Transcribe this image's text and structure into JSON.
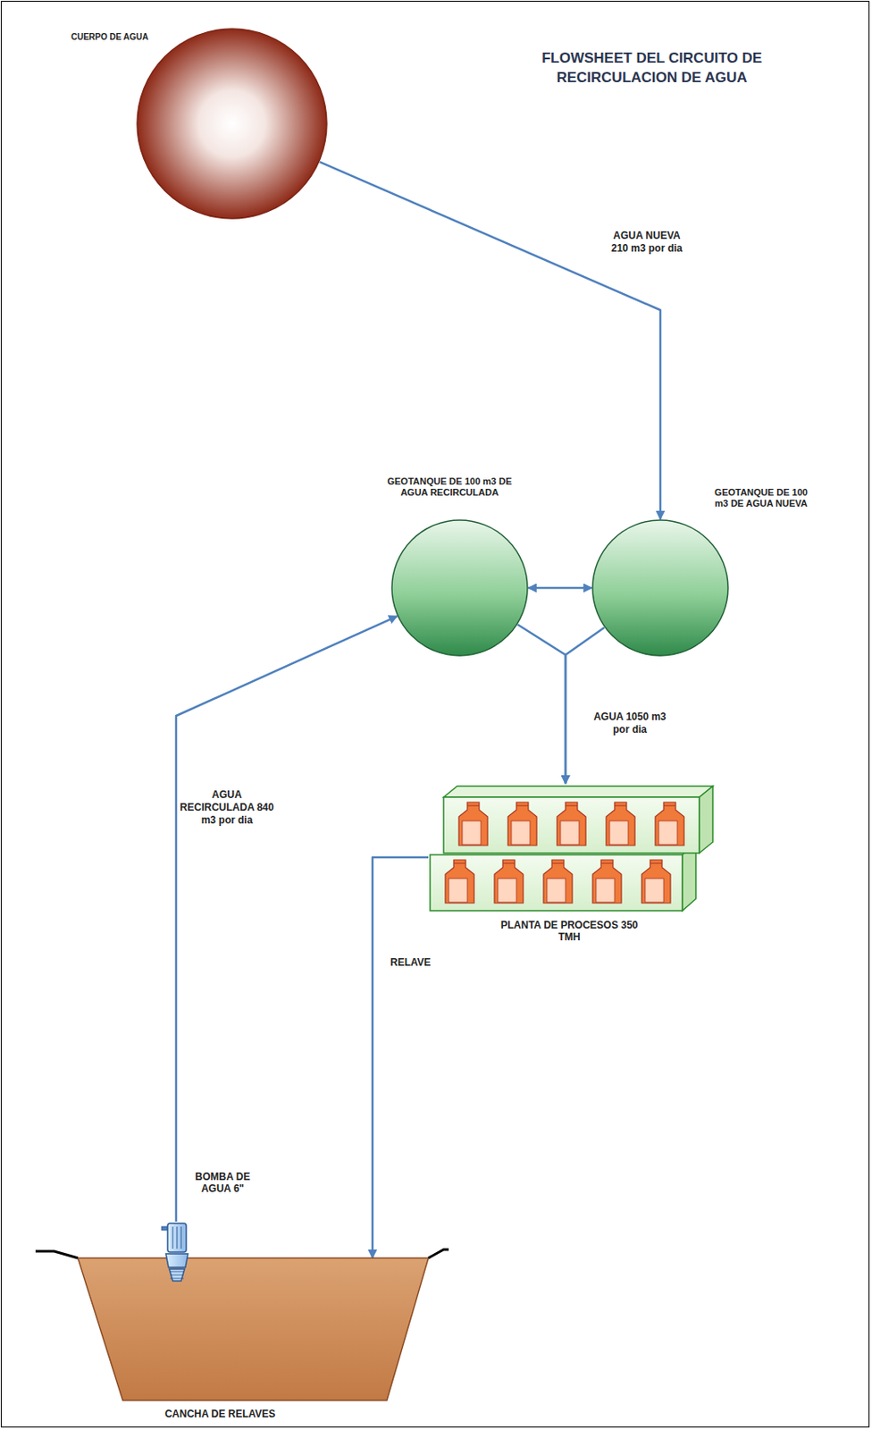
{
  "diagram": {
    "title": "FLOWSHEET DEL CIRCUITO DE RECIRCULACION DE AGUA",
    "nodes": [
      {
        "text": [
          "CUERPO DE AGUA"
        ]
      },
      {
        "text": [
          "GEOTANQUE DE 100 m3 DE AGUA RECIRCULADA"
        ]
      },
      {
        "text": [
          "GEOTANQUE DE 100 m3 DE AGUA NUEVA"
        ]
      },
      {
        "text": [
          "PLANTA DE PROCESOS 350 TMH"
        ]
      },
      {
        "text": [
          "CANCHA DE RELAVES"
        ]
      },
      {
        "text": [
          "BOMBA DE AGUA 6\""
        ],
        "in": 4
      }
    ],
    "edges": [
      {
        "from": 0,
        "to": 2,
        "arrow": "to",
        "label": "AGUA NUEVA 210 m3 por dia"
      },
      {
        "from": 1,
        "to": 2,
        "arrow": "both"
      },
      {
        "from": 1,
        "to": 3,
        "arrow": "to"
      },
      {
        "from": 2,
        "to": 3,
        "arrow": "to",
        "label": "AGUA 1050 m3 por dia"
      },
      {
        "from": 3,
        "to": 4,
        "arrow": "to",
        "label": "RELAVE"
      },
      {
        "from": 5,
        "to": 1,
        "arrow": "to",
        "label": "AGUA RECIRCULADA 840 m3 por dia"
      }
    ]
  }
}
